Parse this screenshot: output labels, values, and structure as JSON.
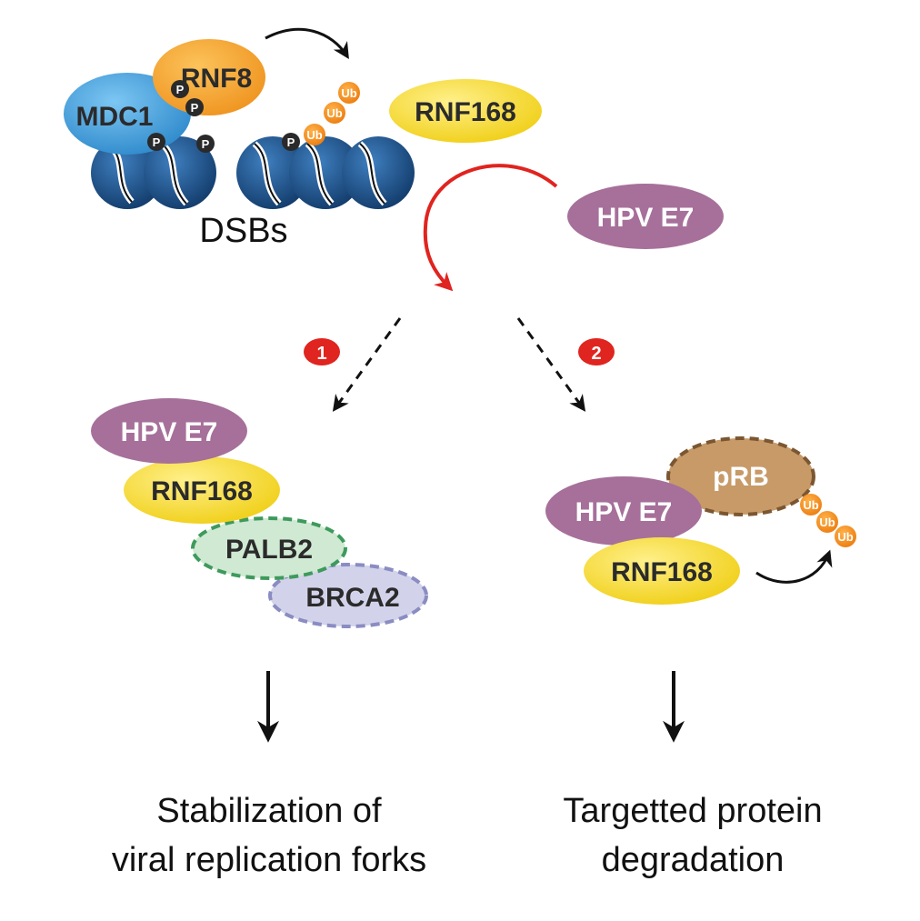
{
  "colors": {
    "mdc1": "#3a9ad9",
    "rnf8": "#f4a12a",
    "rnf168": "#f2d21a",
    "hpv_e7": "#a6709a",
    "palb2": "#cfe9d3",
    "palb2_border": "#3e9a5c",
    "brca2": "#d2d3ea",
    "brca2_border": "#8a8cc2",
    "prb": "#c79a68",
    "prb_border": "#7b5631",
    "ub": "#f08c1c",
    "red_arrow": "#e0241f",
    "badge": "#e0241f",
    "nucleosome": "#1d4f86",
    "phospho": "#2a2a2a"
  },
  "top": {
    "mdc1_label": "MDC1",
    "rnf8_label": "RNF8",
    "rnf168_label": "RNF168",
    "dsbs_label": "DSBs",
    "hpv_e7_label": "HPV E7",
    "p_label": "P",
    "ub_label": "Ub"
  },
  "pathway1": {
    "badge": "1",
    "hpv_e7_label": "HPV E7",
    "rnf168_label": "RNF168",
    "palb2_label": "PALB2",
    "brca2_label": "BRCA2",
    "outcome_line1": "Stabilization of",
    "outcome_line2": "viral replication forks"
  },
  "pathway2": {
    "badge": "2",
    "prb_label": "pRB",
    "hpv_e7_label": "HPV E7",
    "rnf168_label": "RNF168",
    "ub_label": "Ub",
    "outcome_line1": "Targetted protein",
    "outcome_line2": "degradation"
  }
}
